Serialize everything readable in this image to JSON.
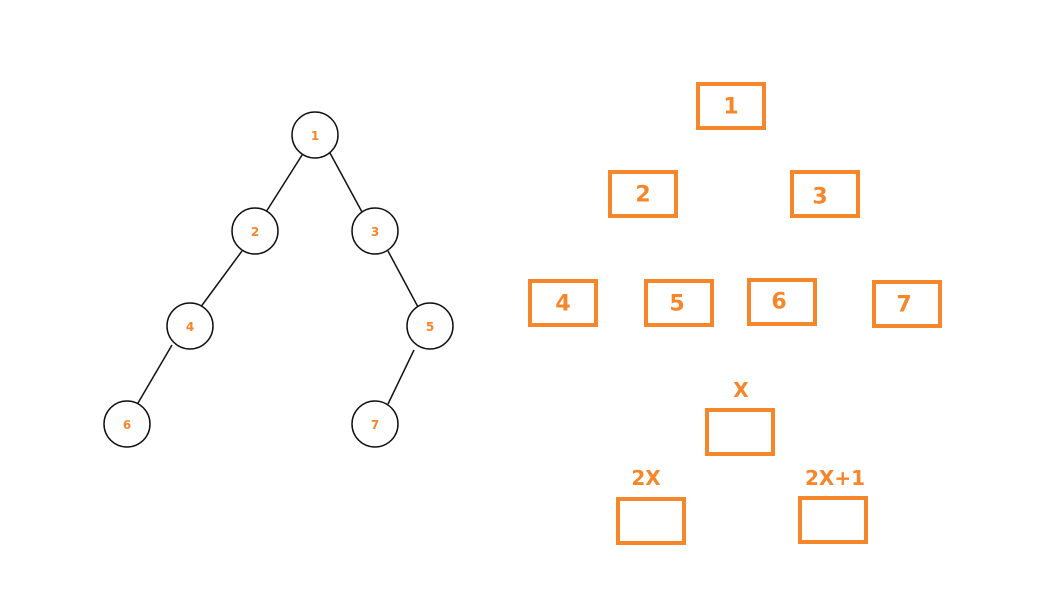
{
  "colors": {
    "accent": "#f5862a",
    "stroke": "#111111",
    "background": "#ffffff"
  },
  "tree": {
    "nodes": [
      "1",
      "2",
      "3",
      "4",
      "5",
      "6",
      "7"
    ]
  },
  "array_layout": {
    "levels": [
      [
        "1"
      ],
      [
        "2",
        "3"
      ],
      [
        "4",
        "5",
        "6",
        "7"
      ]
    ]
  },
  "formula": {
    "parent": "X",
    "left_child": "2X",
    "right_child": "2X+1"
  }
}
